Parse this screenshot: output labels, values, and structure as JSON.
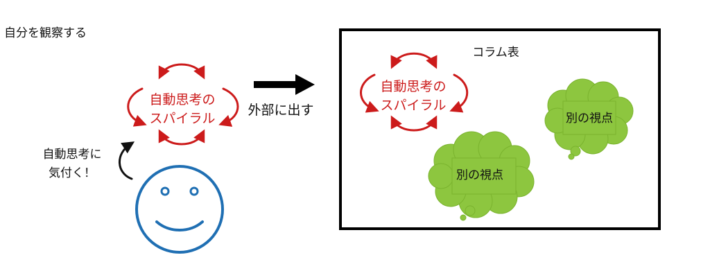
{
  "title": "自分を観察する",
  "spiral": {
    "line1": "自動思考の",
    "line2": "スパイラル"
  },
  "notice": {
    "line1": "自動思考に",
    "line2": "気付く！"
  },
  "externalize_label": "外部に出す",
  "column_table": {
    "title": "コラム表",
    "spiral": {
      "line1": "自動思考の",
      "line2": "スパイラル"
    },
    "bubble_1": "別の視点",
    "bubble_2": "別の視点"
  },
  "colors": {
    "spiral_red": "#cc1b1b",
    "face_blue": "#1f6fb3",
    "bubble_green": "#8dc63f",
    "frame_black": "#000000"
  }
}
